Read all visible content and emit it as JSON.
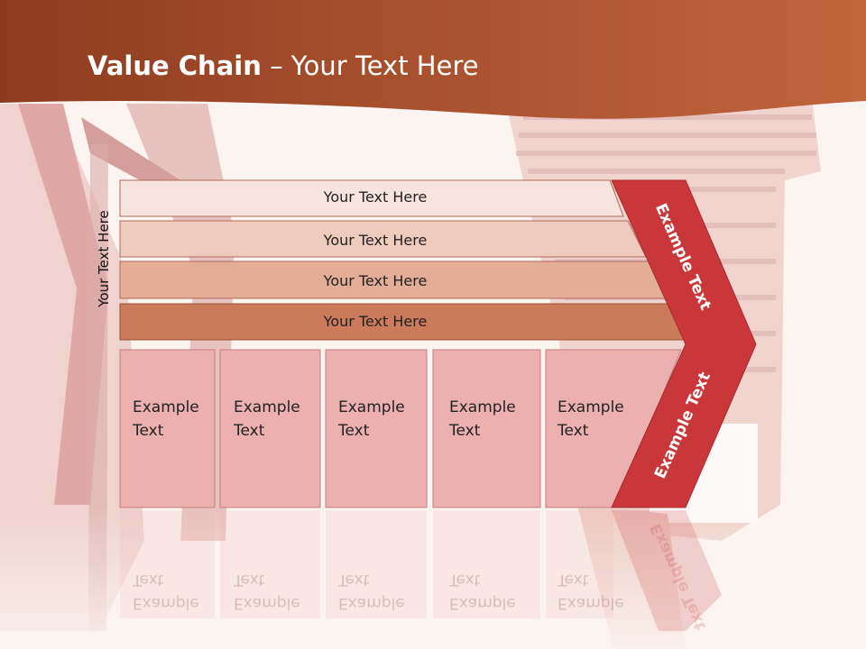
{
  "slide": {
    "title_bold": "Value Chain",
    "title_rest": " – Your Text Here",
    "vertical_label": "Your Text Here"
  },
  "rows": [
    {
      "label": "Your Text Here",
      "color": "#f7e4df"
    },
    {
      "label": "Your Text Here",
      "color": "#efcbbd"
    },
    {
      "label": "Your Text Here",
      "color": "#e4ad95"
    },
    {
      "label": "Your Text Here",
      "color": "#cb7b5c"
    }
  ],
  "cells": [
    {
      "line1": "Example",
      "line2": "Text"
    },
    {
      "line1": "Example",
      "line2": "Text"
    },
    {
      "line1": "Example",
      "line2": "Text"
    },
    {
      "line1": "Example",
      "line2": "Text"
    },
    {
      "line1": "Example",
      "line2": "Text"
    }
  ],
  "chevron": {
    "top_label": "Example Text",
    "bottom_label": "Example Text",
    "color": "#c9373a"
  },
  "colors": {
    "header": "#a04a2a",
    "cell_fill": "#ecb0b0",
    "cell_border": "#c47f7f"
  }
}
